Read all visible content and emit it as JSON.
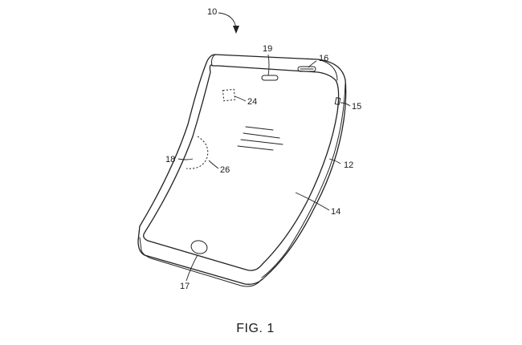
{
  "figure": {
    "caption": "FIG. 1",
    "reference_numerals": {
      "device": "10",
      "housing": "12",
      "display": "14",
      "side_button": "15",
      "top_port": "16",
      "home_button": "17",
      "bend_region": "18",
      "speaker": "19",
      "sensor": "24",
      "flex_region": "26"
    }
  }
}
